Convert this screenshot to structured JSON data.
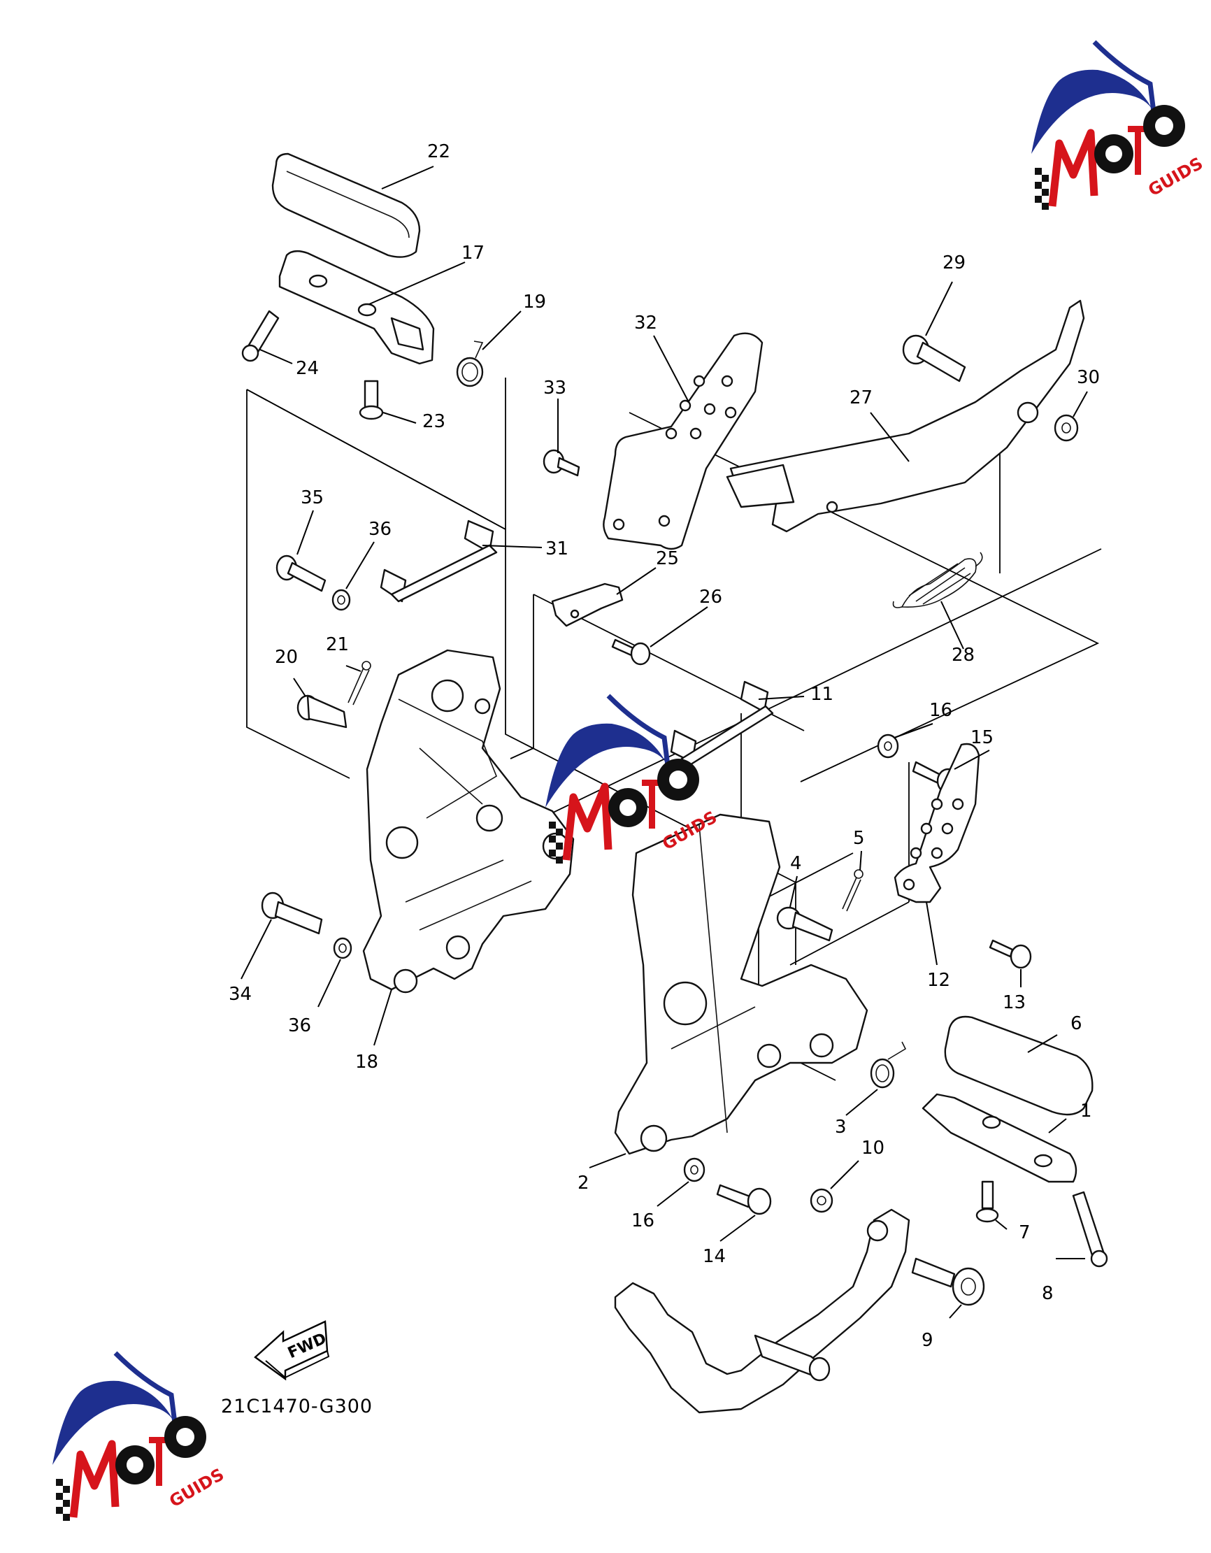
{
  "diagram_code": "21C1470-G300",
  "fwd_label": "FWD",
  "watermark": {
    "letters": "MOTO",
    "side_text": "GUIDS",
    "colors": {
      "swoosh": "#1e2f8f",
      "gear": "#111111",
      "accent": "#d6141b",
      "checker": "#111111"
    }
  },
  "callouts": [
    {
      "id": "22",
      "label": "22"
    },
    {
      "id": "17",
      "label": "17"
    },
    {
      "id": "19",
      "label": "19"
    },
    {
      "id": "24",
      "label": "24"
    },
    {
      "id": "23",
      "label": "23"
    },
    {
      "id": "32",
      "label": "32"
    },
    {
      "id": "33",
      "label": "33"
    },
    {
      "id": "29",
      "label": "29"
    },
    {
      "id": "27",
      "label": "27"
    },
    {
      "id": "30",
      "label": "30"
    },
    {
      "id": "35",
      "label": "35"
    },
    {
      "id": "36a",
      "label": "36"
    },
    {
      "id": "31",
      "label": "31"
    },
    {
      "id": "25",
      "label": "25"
    },
    {
      "id": "26",
      "label": "26"
    },
    {
      "id": "28",
      "label": "28"
    },
    {
      "id": "20",
      "label": "20"
    },
    {
      "id": "21",
      "label": "21"
    },
    {
      "id": "11",
      "label": "11"
    },
    {
      "id": "16a",
      "label": "16"
    },
    {
      "id": "15",
      "label": "15"
    },
    {
      "id": "5",
      "label": "5"
    },
    {
      "id": "4",
      "label": "4"
    },
    {
      "id": "34",
      "label": "34"
    },
    {
      "id": "36b",
      "label": "36"
    },
    {
      "id": "18",
      "label": "18"
    },
    {
      "id": "12",
      "label": "12"
    },
    {
      "id": "13",
      "label": "13"
    },
    {
      "id": "6",
      "label": "6"
    },
    {
      "id": "3",
      "label": "3"
    },
    {
      "id": "1",
      "label": "1"
    },
    {
      "id": "2",
      "label": "2"
    },
    {
      "id": "16b",
      "label": "16"
    },
    {
      "id": "10",
      "label": "10"
    },
    {
      "id": "14",
      "label": "14"
    },
    {
      "id": "7",
      "label": "7"
    },
    {
      "id": "8",
      "label": "8"
    },
    {
      "id": "9",
      "label": "9"
    }
  ]
}
